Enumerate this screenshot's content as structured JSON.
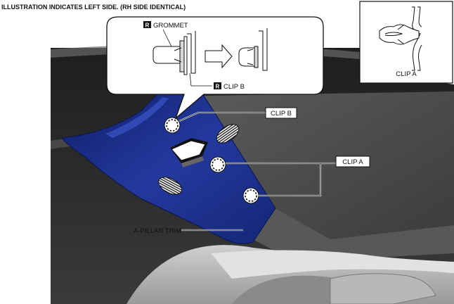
{
  "header": {
    "note": "ILLUSTRATION INDICATES LEFT SIDE. (RH SIDE IDENTICAL)"
  },
  "detail_zoom": {
    "grommet_tag": "R",
    "grommet_label": "GROMMET",
    "clip_b_tag": "R",
    "clip_b_label": "CLIP B"
  },
  "inset": {
    "caption": "CLIP A"
  },
  "callouts": {
    "clip_b": "CLIP B",
    "clip_a": "CLIP A",
    "a_pillar_trim": "A-PILLAR TRIM"
  },
  "colors": {
    "trim_blue": "#1b2f8c",
    "interior_dark": "#2a2a2a",
    "panel_grey": "#4a4a4a"
  }
}
